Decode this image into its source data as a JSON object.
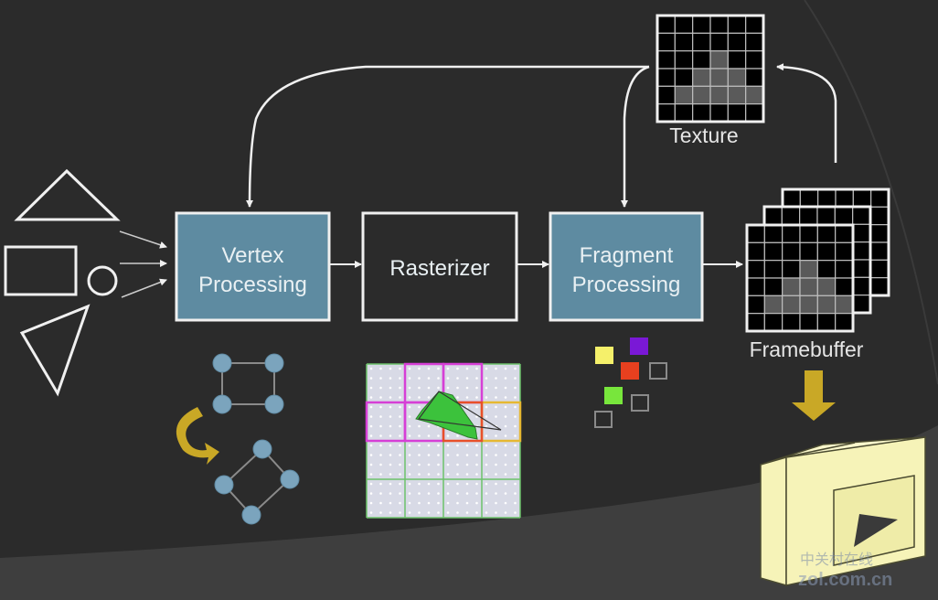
{
  "diagram": {
    "title": "Graphics rendering pipeline",
    "colors": {
      "background": "#2b2b2b",
      "background_band": "#3e3e3e",
      "stage_fill_highlight": "#5e8ba1",
      "stage_fill_plain": "#2b2b2b",
      "stroke": "#f0f0f0",
      "vertex_dot": "#7ba4bd",
      "gold_arrow": "#c9a826",
      "screen_fill": "#f6f3b8",
      "texture_gray": "#5a5a5a"
    },
    "stages": [
      {
        "id": "vertex",
        "line1": "Vertex",
        "line2": "Processing",
        "highlighted": true
      },
      {
        "id": "rasterizer",
        "line1": "Rasterizer",
        "line2": "",
        "highlighted": false
      },
      {
        "id": "fragment",
        "line1": "Fragment",
        "line2": "Processing",
        "highlighted": true
      }
    ],
    "texture": {
      "label": "Texture",
      "grid_size": 6,
      "filled_cells": [
        [
          2,
          3
        ],
        [
          3,
          2
        ],
        [
          3,
          3
        ],
        [
          3,
          4
        ],
        [
          4,
          1
        ],
        [
          4,
          2
        ],
        [
          4,
          3
        ],
        [
          4,
          4
        ],
        [
          4,
          5
        ]
      ]
    },
    "framebuffer": {
      "label": "Framebuffer",
      "layers": 3,
      "grid_size": 6,
      "filled_cells": [
        [
          2,
          3
        ],
        [
          3,
          2
        ],
        [
          3,
          3
        ],
        [
          3,
          4
        ],
        [
          4,
          1
        ],
        [
          4,
          2
        ],
        [
          4,
          3
        ],
        [
          4,
          4
        ],
        [
          4,
          5
        ]
      ]
    },
    "input_primitives": [
      "triangle",
      "rectangle",
      "circle",
      "triangle"
    ],
    "fragment_samples": [
      {
        "color": "#f5f06a",
        "filled": true
      },
      {
        "color": "#7a18d6",
        "filled": true
      },
      {
        "color": "#e8401f",
        "filled": true
      },
      {
        "color": "#555555",
        "filled": false
      },
      {
        "color": "#78e63c",
        "filled": true
      },
      {
        "color": "#2b2b2b",
        "filled": false
      },
      {
        "color": "#2b2b2b",
        "filled": false
      }
    ],
    "raster_grid": {
      "cells": 4,
      "highlight_colors": {
        "magenta": "#d63fd6",
        "red": "#e8502a",
        "yellow": "#e6b832",
        "green": "#6cc26a"
      }
    },
    "watermark": {
      "line1": "中关村在线",
      "line2": "zol.com.cn"
    }
  }
}
